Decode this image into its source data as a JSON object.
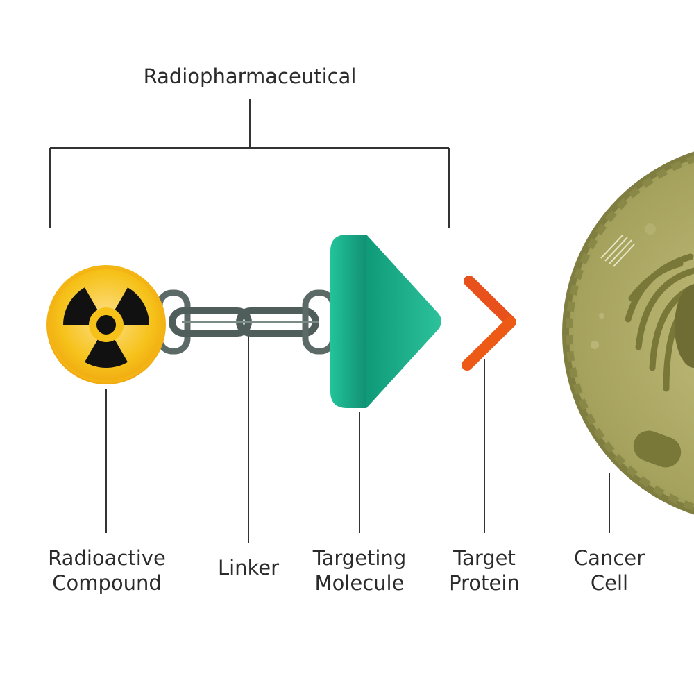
{
  "diagram": {
    "title": "Radiopharmaceutical",
    "labels": {
      "radioactive_compound": {
        "line1": "Radioactive",
        "line2": "Compound"
      },
      "linker": "Linker",
      "targeting_molecule": {
        "line1": "Targeting",
        "line2": "Molecule"
      },
      "target_protein": {
        "line1": "Target",
        "line2": "Protein"
      },
      "cancer_cell": {
        "line1": "Cancer",
        "line2": "Cell"
      }
    },
    "icons": [
      "radiation-hazard-icon",
      "chain-link-icon",
      "triangle-molecule-icon",
      "y-receptor-icon",
      "cell-icon"
    ],
    "colors": {
      "line": "#333333",
      "hazard_yellow": "#f6c21a",
      "hazard_black": "#111111",
      "chain": "#5a6b66",
      "molecule_green": "#1aa88a",
      "receptor_red": "#e6421f",
      "cell_olive": "#9c9a58"
    }
  }
}
